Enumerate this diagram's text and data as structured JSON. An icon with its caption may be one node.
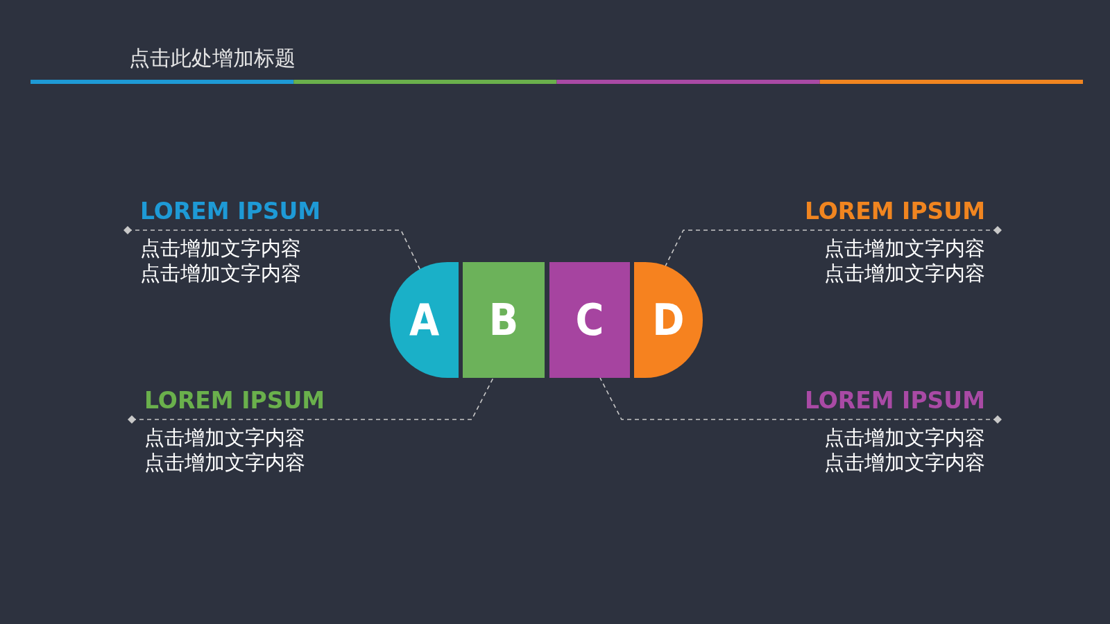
{
  "diagram": {
    "title": "点击此处增加标题",
    "nodes": [
      {
        "text": [
          "LOREM IPSUM",
          "点击增加文字内容",
          "点击增加文字内容"
        ]
      },
      {
        "text": [
          "LOREM IPSUM",
          "点击增加文字内容",
          "点击增加文字内容"
        ]
      },
      {
        "text": [
          "A"
        ]
      },
      {
        "text": [
          "B"
        ]
      },
      {
        "text": [
          "C"
        ]
      },
      {
        "text": [
          "D"
        ]
      },
      {
        "text": [
          "LOREM IPSUM",
          "点击增加文字内容",
          "点击增加文字内容"
        ]
      },
      {
        "text": [
          "LOREM IPSUM",
          "点击增加文字内容",
          "点击增加文字内容"
        ]
      }
    ],
    "edges": [
      {
        "from": 0,
        "to": 2,
        "arrow": "other",
        "style": "dashed"
      },
      {
        "from": 1,
        "to": 5,
        "arrow": "other",
        "style": "dashed"
      },
      {
        "from": 6,
        "to": 3,
        "arrow": "other",
        "style": "dashed"
      },
      {
        "from": 7,
        "to": 4,
        "arrow": "other",
        "style": "dashed"
      }
    ]
  }
}
